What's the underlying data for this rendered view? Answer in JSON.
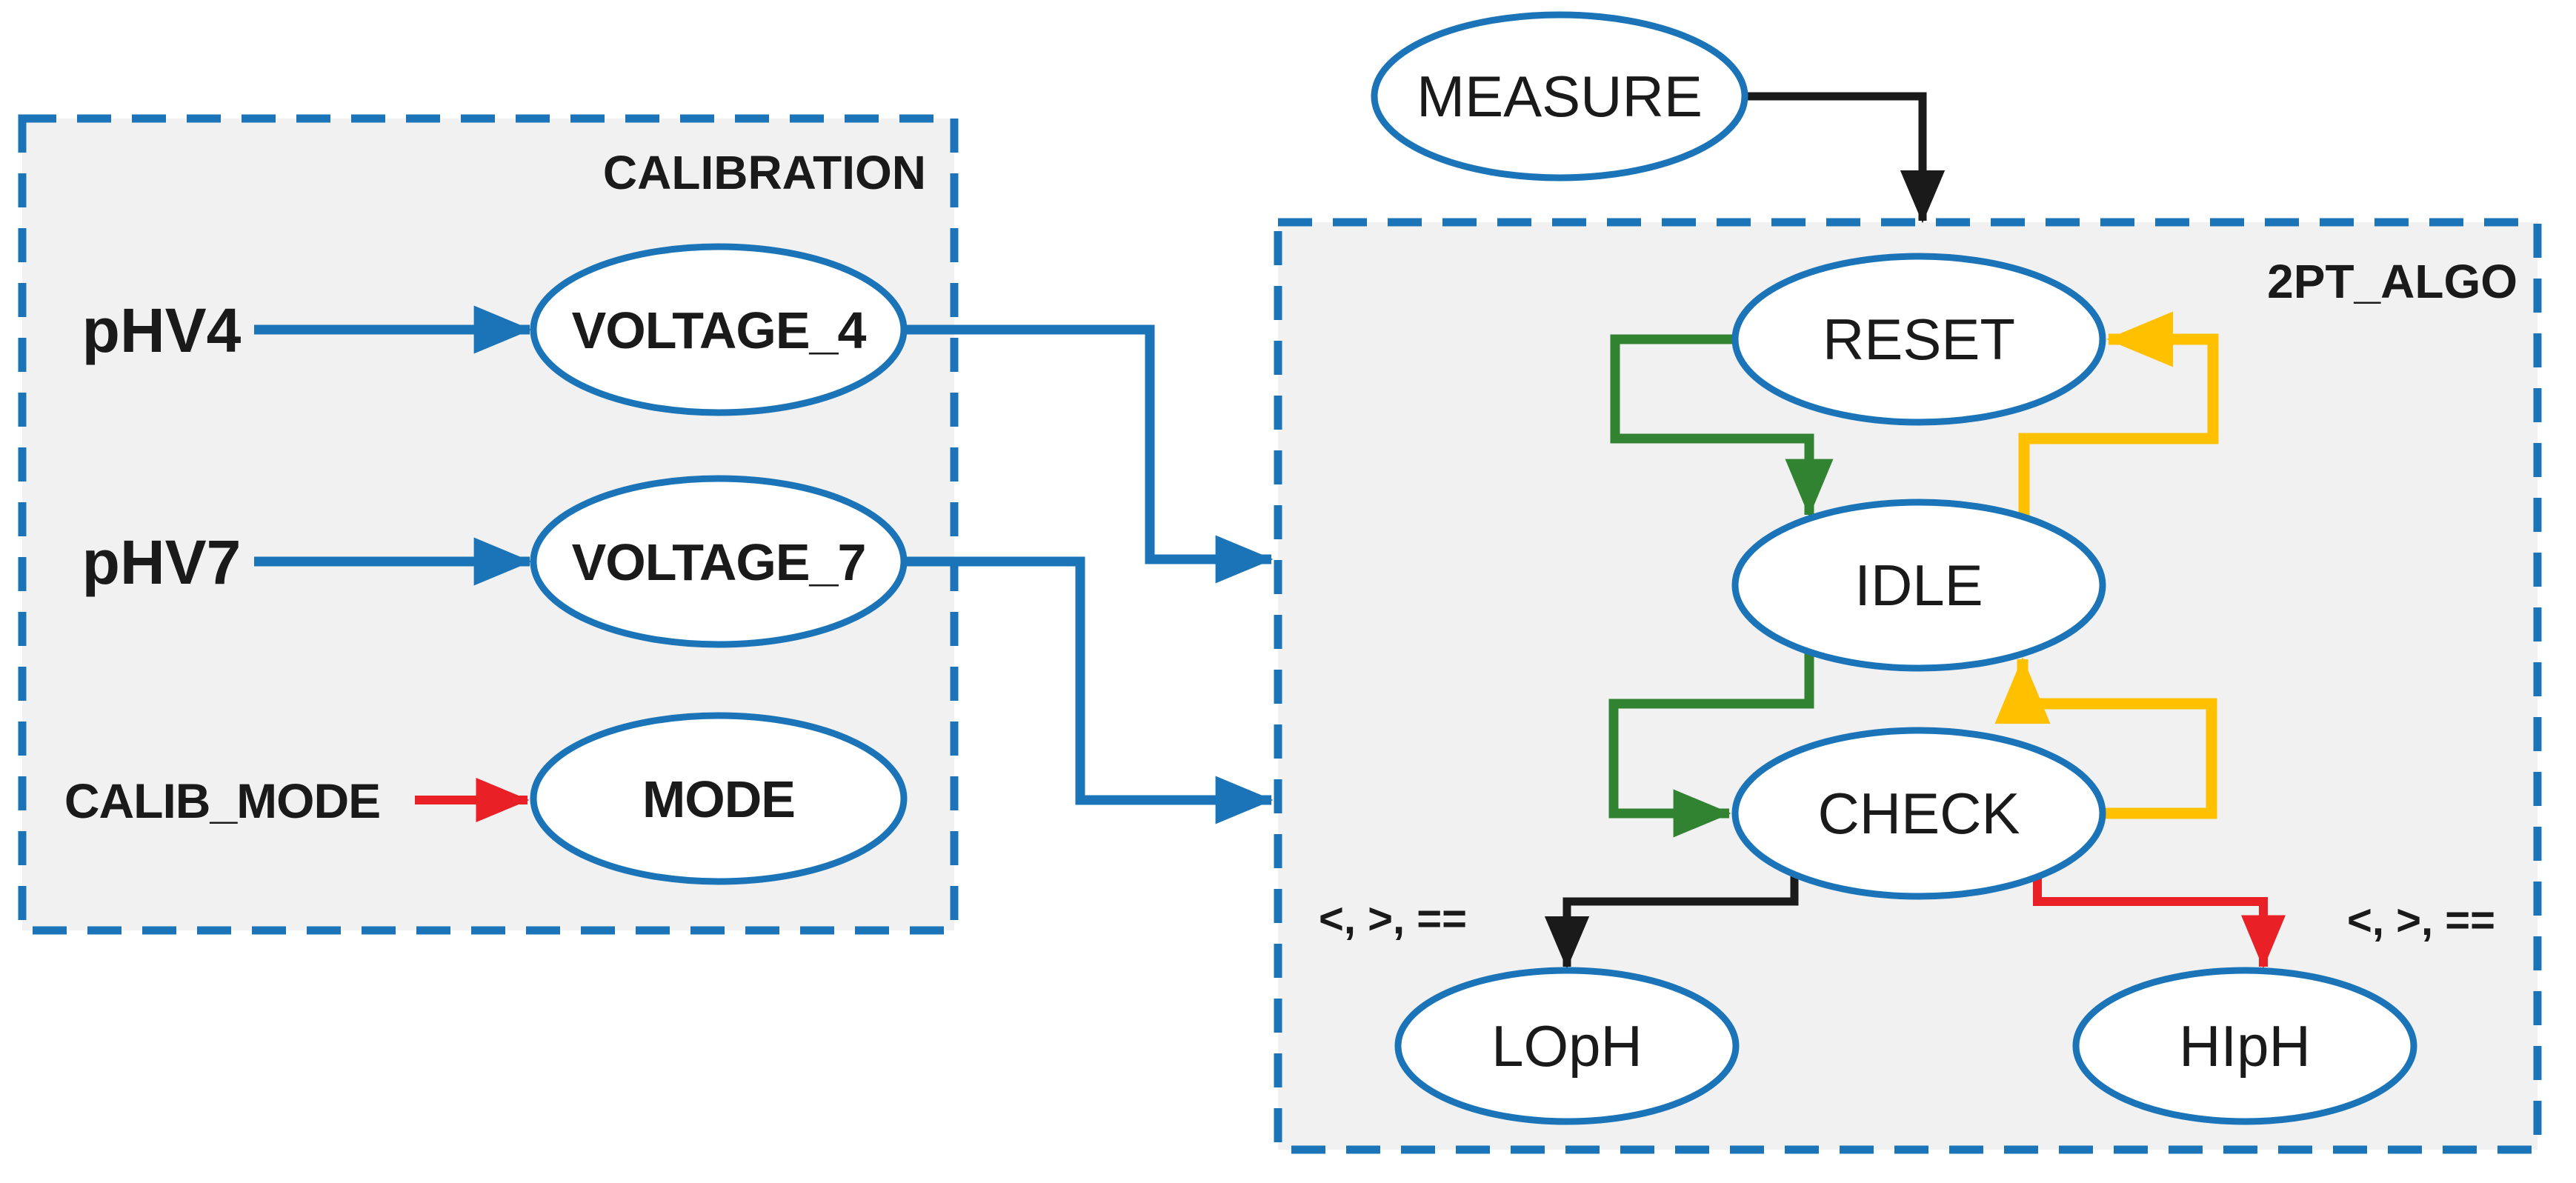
{
  "colors": {
    "blue": "#1B74B8",
    "green": "#318231",
    "yellow": "#FFC000",
    "red": "#E92025",
    "ink": "#1A1A1A",
    "boxfill": "#F1F1F1"
  },
  "calibration": {
    "title": "CALIBRATION",
    "inputs": [
      {
        "label": "pHV4"
      },
      {
        "label": "pHV7"
      },
      {
        "label": "CALIB_MODE"
      }
    ],
    "nodes": [
      {
        "label": "VOLTAGE_4"
      },
      {
        "label": "VOLTAGE_7"
      },
      {
        "label": "MODE"
      }
    ]
  },
  "measure": {
    "label": "MEASURE"
  },
  "algo": {
    "title": "2PT_ALGO",
    "nodes": [
      {
        "label": "RESET"
      },
      {
        "label": "IDLE"
      },
      {
        "label": "CHECK"
      },
      {
        "label": "LOpH"
      },
      {
        "label": "HIpH"
      }
    ],
    "condition_left": "<, >, ==",
    "condition_right": "<, >, =="
  }
}
